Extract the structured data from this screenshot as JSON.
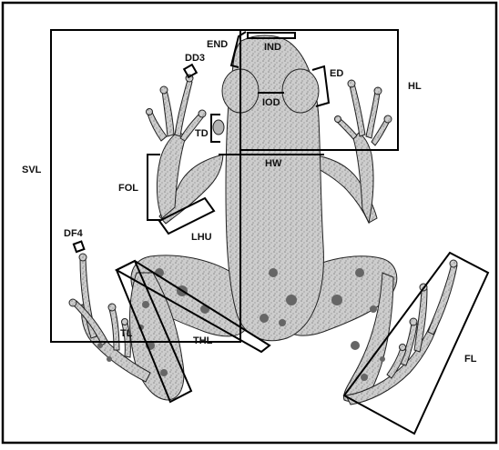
{
  "figure": {
    "subject": "frog-dorsal-view-illustration",
    "colors": {
      "frame": "#000000",
      "frog_fill": "#cfcfcf",
      "frog_stroke": "#222222",
      "spots": "#6a6a6a",
      "label": "#111111"
    }
  },
  "labels": {
    "END": "END",
    "IND": "IND",
    "DD3": "DD3",
    "ED": "ED",
    "HL": "HL",
    "IOD": "IOD",
    "TD": "TD",
    "HW": "HW",
    "SVL": "SVL",
    "FOL": "FOL",
    "LHU": "LHU",
    "DF4": "DF4",
    "TL": "TL",
    "THL": "THL",
    "FL": "FL"
  }
}
